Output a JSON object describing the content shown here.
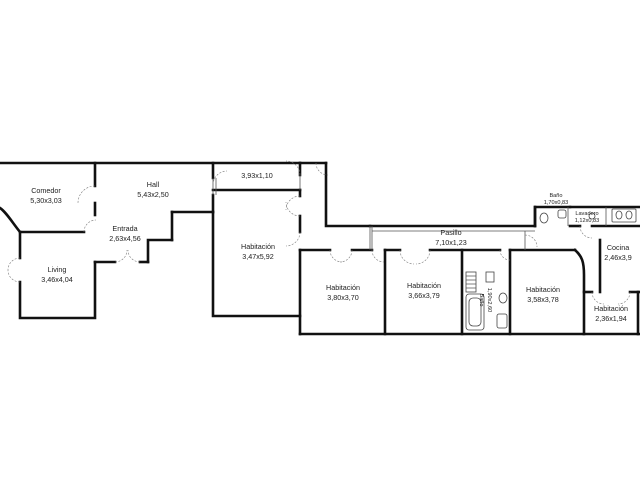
{
  "rooms": [
    {
      "name": "Comedor",
      "dims": "5,30x3,03"
    },
    {
      "name": "Hall",
      "dims": "5,43x2,50"
    },
    {
      "name": "",
      "dims": "3,93x1,10"
    },
    {
      "name": "Entrada",
      "dims": "2,63x4,56"
    },
    {
      "name": "Living",
      "dims": "3,46x4,04"
    },
    {
      "name": "Habitación",
      "dims": "3,47x5,92"
    },
    {
      "name": "Pasillo",
      "dims": "7,10x1,23"
    },
    {
      "name": "Habitación",
      "dims": "3,80x3,70"
    },
    {
      "name": "Habitación",
      "dims": "3,66x3,79"
    },
    {
      "name": "Baño",
      "dims": "1,90x2,60"
    },
    {
      "name": "Habitación",
      "dims": "3,58x3,78"
    },
    {
      "name": "Baño",
      "dims": "1,70x0,83"
    },
    {
      "name": "Lavadero",
      "dims": "1,12x0,83"
    },
    {
      "name": "Cocina",
      "dims": "2,46x3,9"
    },
    {
      "name": "Habitación",
      "dims": "2,36x1,94"
    }
  ]
}
